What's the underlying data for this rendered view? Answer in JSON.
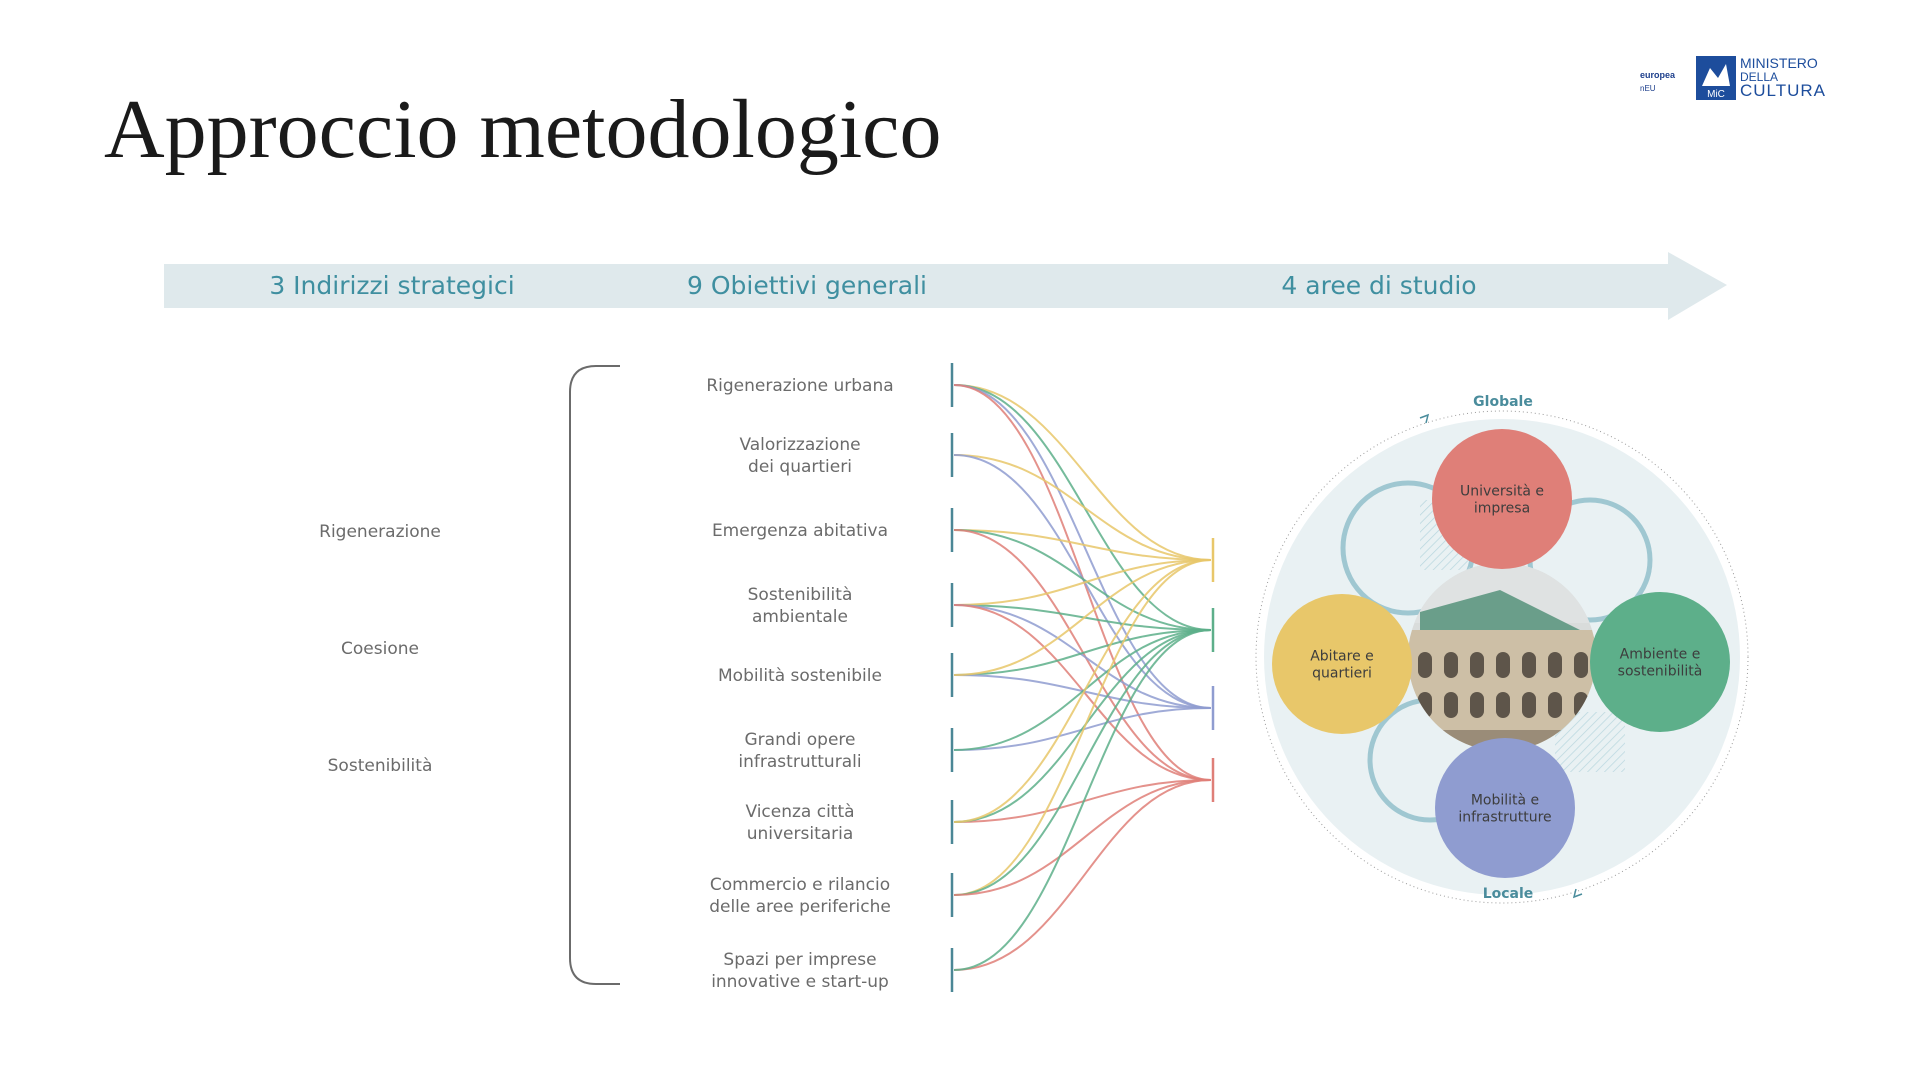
{
  "title": "Approccio metodologico",
  "logo": {
    "eu_text": "europea",
    "eu_sub": "nEU",
    "ministry_line1": "MINISTERO",
    "ministry_line2": "DELLA",
    "ministry_line3": "CULTURA",
    "emblem_text": "MiC"
  },
  "header_arrow": {
    "col1": "3 Indirizzi strategici",
    "col2": "9 Obiettivi generali",
    "col3": "4 aree di studio"
  },
  "indirizzi": [
    "Rigenerazione",
    "Coesione",
    "Sostenibilità"
  ],
  "obiettivi": [
    [
      "Rigenerazione urbana"
    ],
    [
      "Valorizzazione",
      "dei quartieri"
    ],
    [
      "Emergenza abitativa"
    ],
    [
      "Sostenibilità",
      "ambientale"
    ],
    [
      "Mobilità sostenibile"
    ],
    [
      "Grandi opere",
      "infrastrutturali"
    ],
    [
      "Vicenza città",
      "universitaria"
    ],
    [
      "Commercio e rilancio",
      "delle aree periferiche"
    ],
    [
      "Spazi per imprese",
      "innovative e start-up"
    ]
  ],
  "aree": [
    {
      "key": "abitare",
      "color": "#e8c76a",
      "label": [
        "Abitare e",
        "quartieri"
      ]
    },
    {
      "key": "ambiente",
      "color": "#5daf8a",
      "label": [
        "Ambiente e",
        "sostenibilità"
      ]
    },
    {
      "key": "mobilita",
      "color": "#8f9cd0",
      "label": [
        "Mobilità e",
        "infrastrutture"
      ]
    },
    {
      "key": "universita",
      "color": "#df7f78",
      "label": [
        "Università e",
        "impresa"
      ]
    }
  ],
  "connections": [
    {
      "from": 0,
      "to": "abitare"
    },
    {
      "from": 0,
      "to": "ambiente"
    },
    {
      "from": 0,
      "to": "mobilita"
    },
    {
      "from": 0,
      "to": "universita"
    },
    {
      "from": 1,
      "to": "abitare"
    },
    {
      "from": 1,
      "to": "mobilita"
    },
    {
      "from": 2,
      "to": "abitare"
    },
    {
      "from": 2,
      "to": "ambiente"
    },
    {
      "from": 2,
      "to": "universita"
    },
    {
      "from": 3,
      "to": "ambiente"
    },
    {
      "from": 3,
      "to": "abitare"
    },
    {
      "from": 3,
      "to": "mobilita"
    },
    {
      "from": 3,
      "to": "universita"
    },
    {
      "from": 4,
      "to": "ambiente"
    },
    {
      "from": 4,
      "to": "mobilita"
    },
    {
      "from": 4,
      "to": "abitare"
    },
    {
      "from": 5,
      "to": "mobilita"
    },
    {
      "from": 5,
      "to": "ambiente"
    },
    {
      "from": 6,
      "to": "universita"
    },
    {
      "from": 6,
      "to": "ambiente"
    },
    {
      "from": 6,
      "to": "abitare"
    },
    {
      "from": 7,
      "to": "abitare"
    },
    {
      "from": 7,
      "to": "ambiente"
    },
    {
      "from": 7,
      "to": "universita"
    },
    {
      "from": 8,
      "to": "universita"
    },
    {
      "from": 8,
      "to": "ambiente"
    }
  ],
  "scale": {
    "top": "Globale",
    "bottom": "Locale"
  },
  "colors": {
    "arrow": "#dfe9ec",
    "header_text": "#3f8fa0",
    "tick": "#4b8796",
    "ring": "#9fc7d1"
  }
}
